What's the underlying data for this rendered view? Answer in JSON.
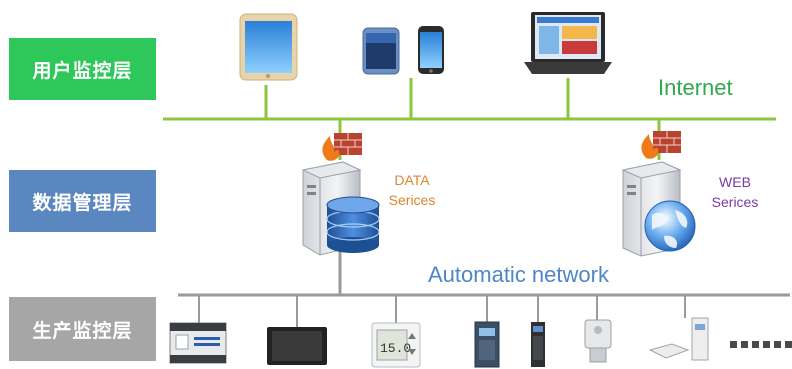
{
  "layers": {
    "user": {
      "label": "用户监控层",
      "color": "#2ec75a"
    },
    "data": {
      "label": "数据管理层",
      "color": "#5b87c0"
    },
    "production": {
      "label": "生产监控层",
      "color": "#a6a6a6"
    }
  },
  "networks": {
    "internet": {
      "label": "Internet",
      "color": "#2faa4f"
    },
    "automatic": {
      "label": "Automatic network",
      "color": "#4f86c6"
    }
  },
  "servers": {
    "data": {
      "label_line1": "DATA",
      "label_line2": "Serices",
      "color": "#e0842c"
    },
    "web": {
      "label_line1": "WEB",
      "label_line2": "Serices",
      "color": "#7b3aa0"
    }
  },
  "line_colors": {
    "internet_bus": "#8cc63f",
    "automatic_bus": "#9a9a9a"
  }
}
